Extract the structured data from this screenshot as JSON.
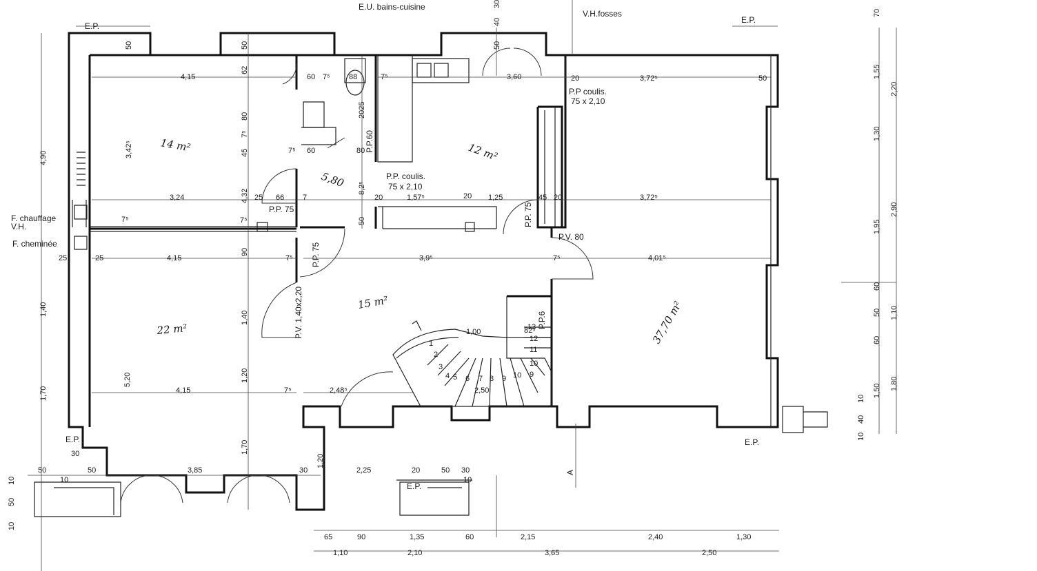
{
  "plan": {
    "top_labels": {
      "ep_top_left": "E.P.",
      "ep_top_right": "E.P.",
      "ep_bottom_right": "E.P.",
      "ep_bottom_left": "E.P.",
      "ep_bottom_center": "E.P.",
      "eu_bains": "E.U. bains-cuisine",
      "vh_fosses": "V.H.fosses"
    },
    "side_labels": {
      "f_chauffage": "F. chauffage",
      "vh": "V.H.",
      "f_cheminee": "F. cheminée"
    },
    "door_labels": {
      "pp_coulis_1": "P.P. coulis.",
      "pp_coulis_1_size": "75 x 2,10",
      "pp_coulis_2": "P.P coulis.",
      "pp_coulis_2_size": "75 x 2,10",
      "pp75_a": "P.P. 75",
      "pp75_b": "P.P. 75",
      "pp75_c": "P.P. 75",
      "pp60": "P.P.60",
      "pp6": "P.P.6",
      "pv80": "P.V. 80",
      "pv140": "P.V. 1,40x2,20"
    },
    "room_areas": {
      "living_left_top": "14 m²",
      "kitchen": "12 m²",
      "bath": "5,80",
      "hall": "15 m²",
      "living_left_bottom": "22 m²",
      "living_right": "37,70 m²"
    },
    "section_marker": "A",
    "inner_dims": {
      "d415_a": "4,15",
      "d62": "62",
      "d60_a": "60",
      "d75_a": "7⁵",
      "d88": "88",
      "d75_b": "7⁵",
      "d360": "3,60",
      "d20_a": "20",
      "d3725_a": "3,72⁵",
      "d50_a": "50",
      "d342": "3,42⁵",
      "d80_a": "80",
      "d2025": "2025",
      "d75_c": "7⁵",
      "d60_b": "60",
      "d80_b": "80",
      "d45": "45",
      "d75_d": "7⁵",
      "d324": "3,24",
      "d25_a": "25",
      "d66": "66",
      "d7": "7",
      "d432": "4,32",
      "d825": "8,2⁵",
      "d20_b": "20",
      "d157": "1,57⁵",
      "d20_c": "20",
      "d125": "1,25",
      "d45_b": "45",
      "d20_d": "20",
      "d3725_b": "3,72⁵",
      "d75_e": "7⁵",
      "d50_b": "50",
      "d75_f": "7⁵",
      "d25_b": "25",
      "d25_c": "25",
      "d415_b": "4,15",
      "d90": "90",
      "d75_g": "7⁵",
      "d395": "3,9⁵",
      "d75_h": "7⁵",
      "d4015": "4,01⁵",
      "d140": "1,40",
      "d100": "1,00",
      "d825b": "82⁵",
      "d520": "5,20",
      "d120": "1,20",
      "d415_c": "4,15",
      "d75_i": "7⁵",
      "d2485": "2,48⁵",
      "d250": "2,50",
      "d170": "1,70"
    },
    "stair_numbers": [
      "1",
      "2",
      "3",
      "4",
      "5",
      "6",
      "7",
      "8",
      "9",
      "10",
      "9",
      "10",
      "11",
      "12",
      "13"
    ],
    "bottom_dims": {
      "b30_a": "30",
      "b50_a": "50",
      "b10_a": "10",
      "b50_b": "50",
      "b385": "3,85",
      "b30_b": "30",
      "b120": "1,20",
      "b225": "2,25",
      "b20": "20",
      "b50_c": "50",
      "b30_c": "30",
      "b10_b": "10",
      "row1": [
        "65",
        "90",
        "1,35",
        "60",
        "2,15",
        "2,40",
        "1,30"
      ],
      "row2": [
        "1,10",
        "2,10",
        "3,65",
        "2,50"
      ]
    },
    "left_dims": [
      "4,90",
      "1,40",
      "1,70",
      "10",
      "50",
      "10"
    ],
    "right_dims": [
      "70",
      "1,55",
      "2,20",
      "1,30",
      "1,95",
      "2,90",
      "60",
      "50",
      "1,10",
      "60",
      "1,50",
      "1,80",
      "10",
      "40",
      "10"
    ],
    "top_dims": [
      "50",
      "50",
      "30",
      "40",
      "50"
    ]
  }
}
